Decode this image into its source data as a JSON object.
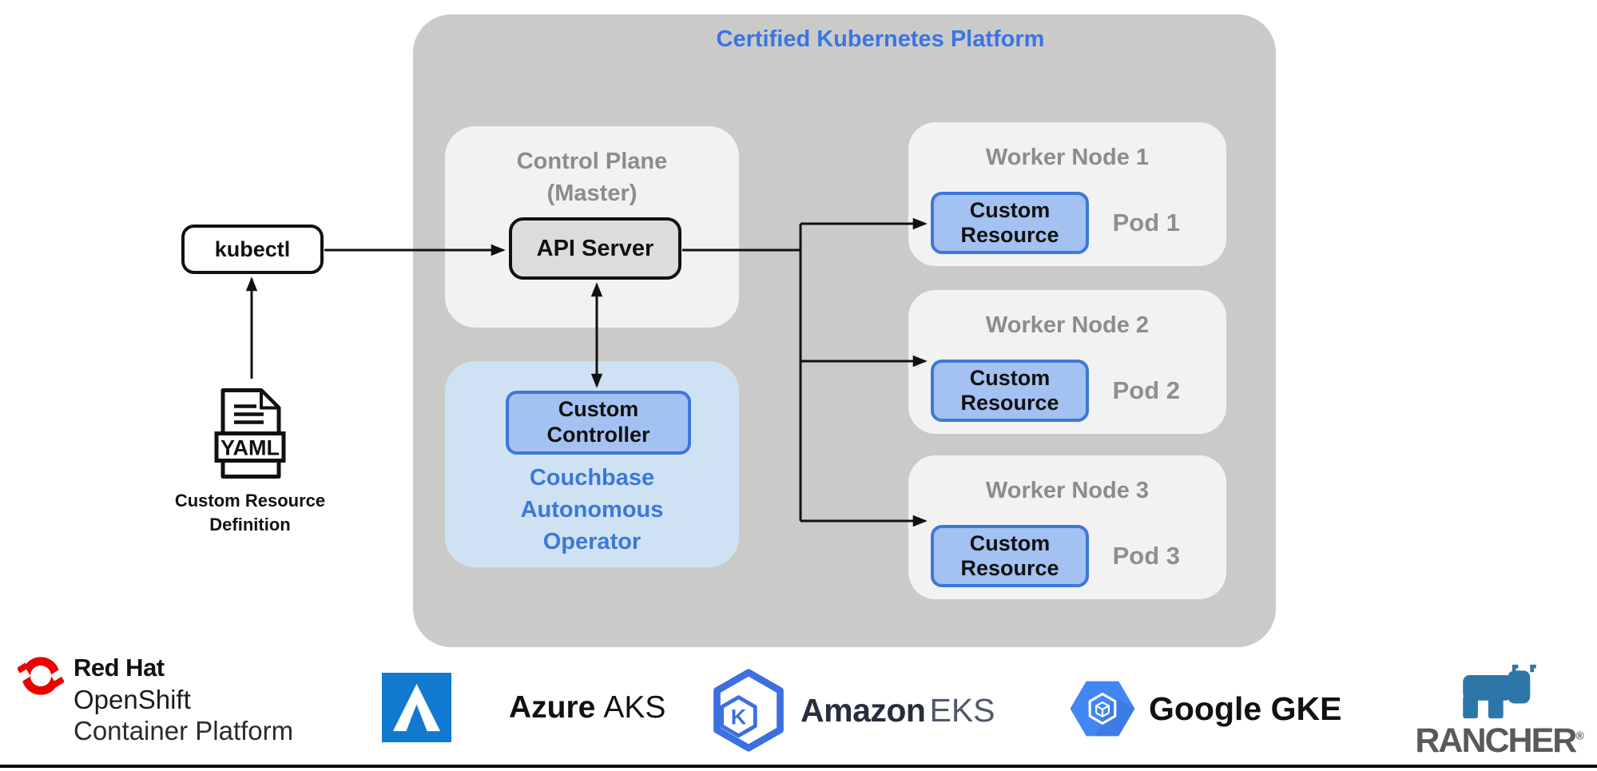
{
  "diagram": {
    "platform_title": "Certified Kubernetes Platform",
    "control_plane_title": "Control Plane\n(Master)",
    "api_server": "API Server",
    "kubectl": "kubectl",
    "custom_controller": "Custom\nController",
    "operator_title": "Couchbase\nAutonomous\nOperator",
    "yaml_badge": "YAML",
    "crd_caption": "Custom Resource\nDefinition",
    "worker_nodes": [
      {
        "title": "Worker Node 1",
        "resource": "Custom\nResource",
        "pod": "Pod 1"
      },
      {
        "title": "Worker Node 2",
        "resource": "Custom\nResource",
        "pod": "Pod 2"
      },
      {
        "title": "Worker Node 3",
        "resource": "Custom\nResource",
        "pod": "Pod 3"
      }
    ]
  },
  "logos": {
    "redhat": {
      "brand": "Red Hat",
      "product": "OpenShift",
      "suffix": "Container Platform"
    },
    "azure": {
      "brand": "Azure",
      "product": "AKS"
    },
    "amazon": {
      "brand": "Amazon",
      "product": "EKS",
      "icon_letter": "K"
    },
    "google": {
      "label": "Google GKE"
    },
    "rancher": {
      "label": "RANCHER",
      "reg": "®"
    }
  },
  "colors": {
    "platform_bg": "#CACBC9",
    "panel_bg": "#F2F2F2",
    "title_blue": "#3B74E4",
    "accent_blue": "#3C78D8",
    "box_blue_fill": "#A3C1F1",
    "operator_bg": "#CFE2F4",
    "api_server_fill": "#DCDCDC",
    "heading_gray": "#8C8C8C",
    "arrow_black": "#111111",
    "redhat_red": "#EE0000",
    "azure_blue": "#1279D0",
    "eks_blue": "#3C6FE0",
    "gke_blue": "#4285F4",
    "rancher_blue": "#2D76A8",
    "rancher_gray": "#58595B"
  }
}
